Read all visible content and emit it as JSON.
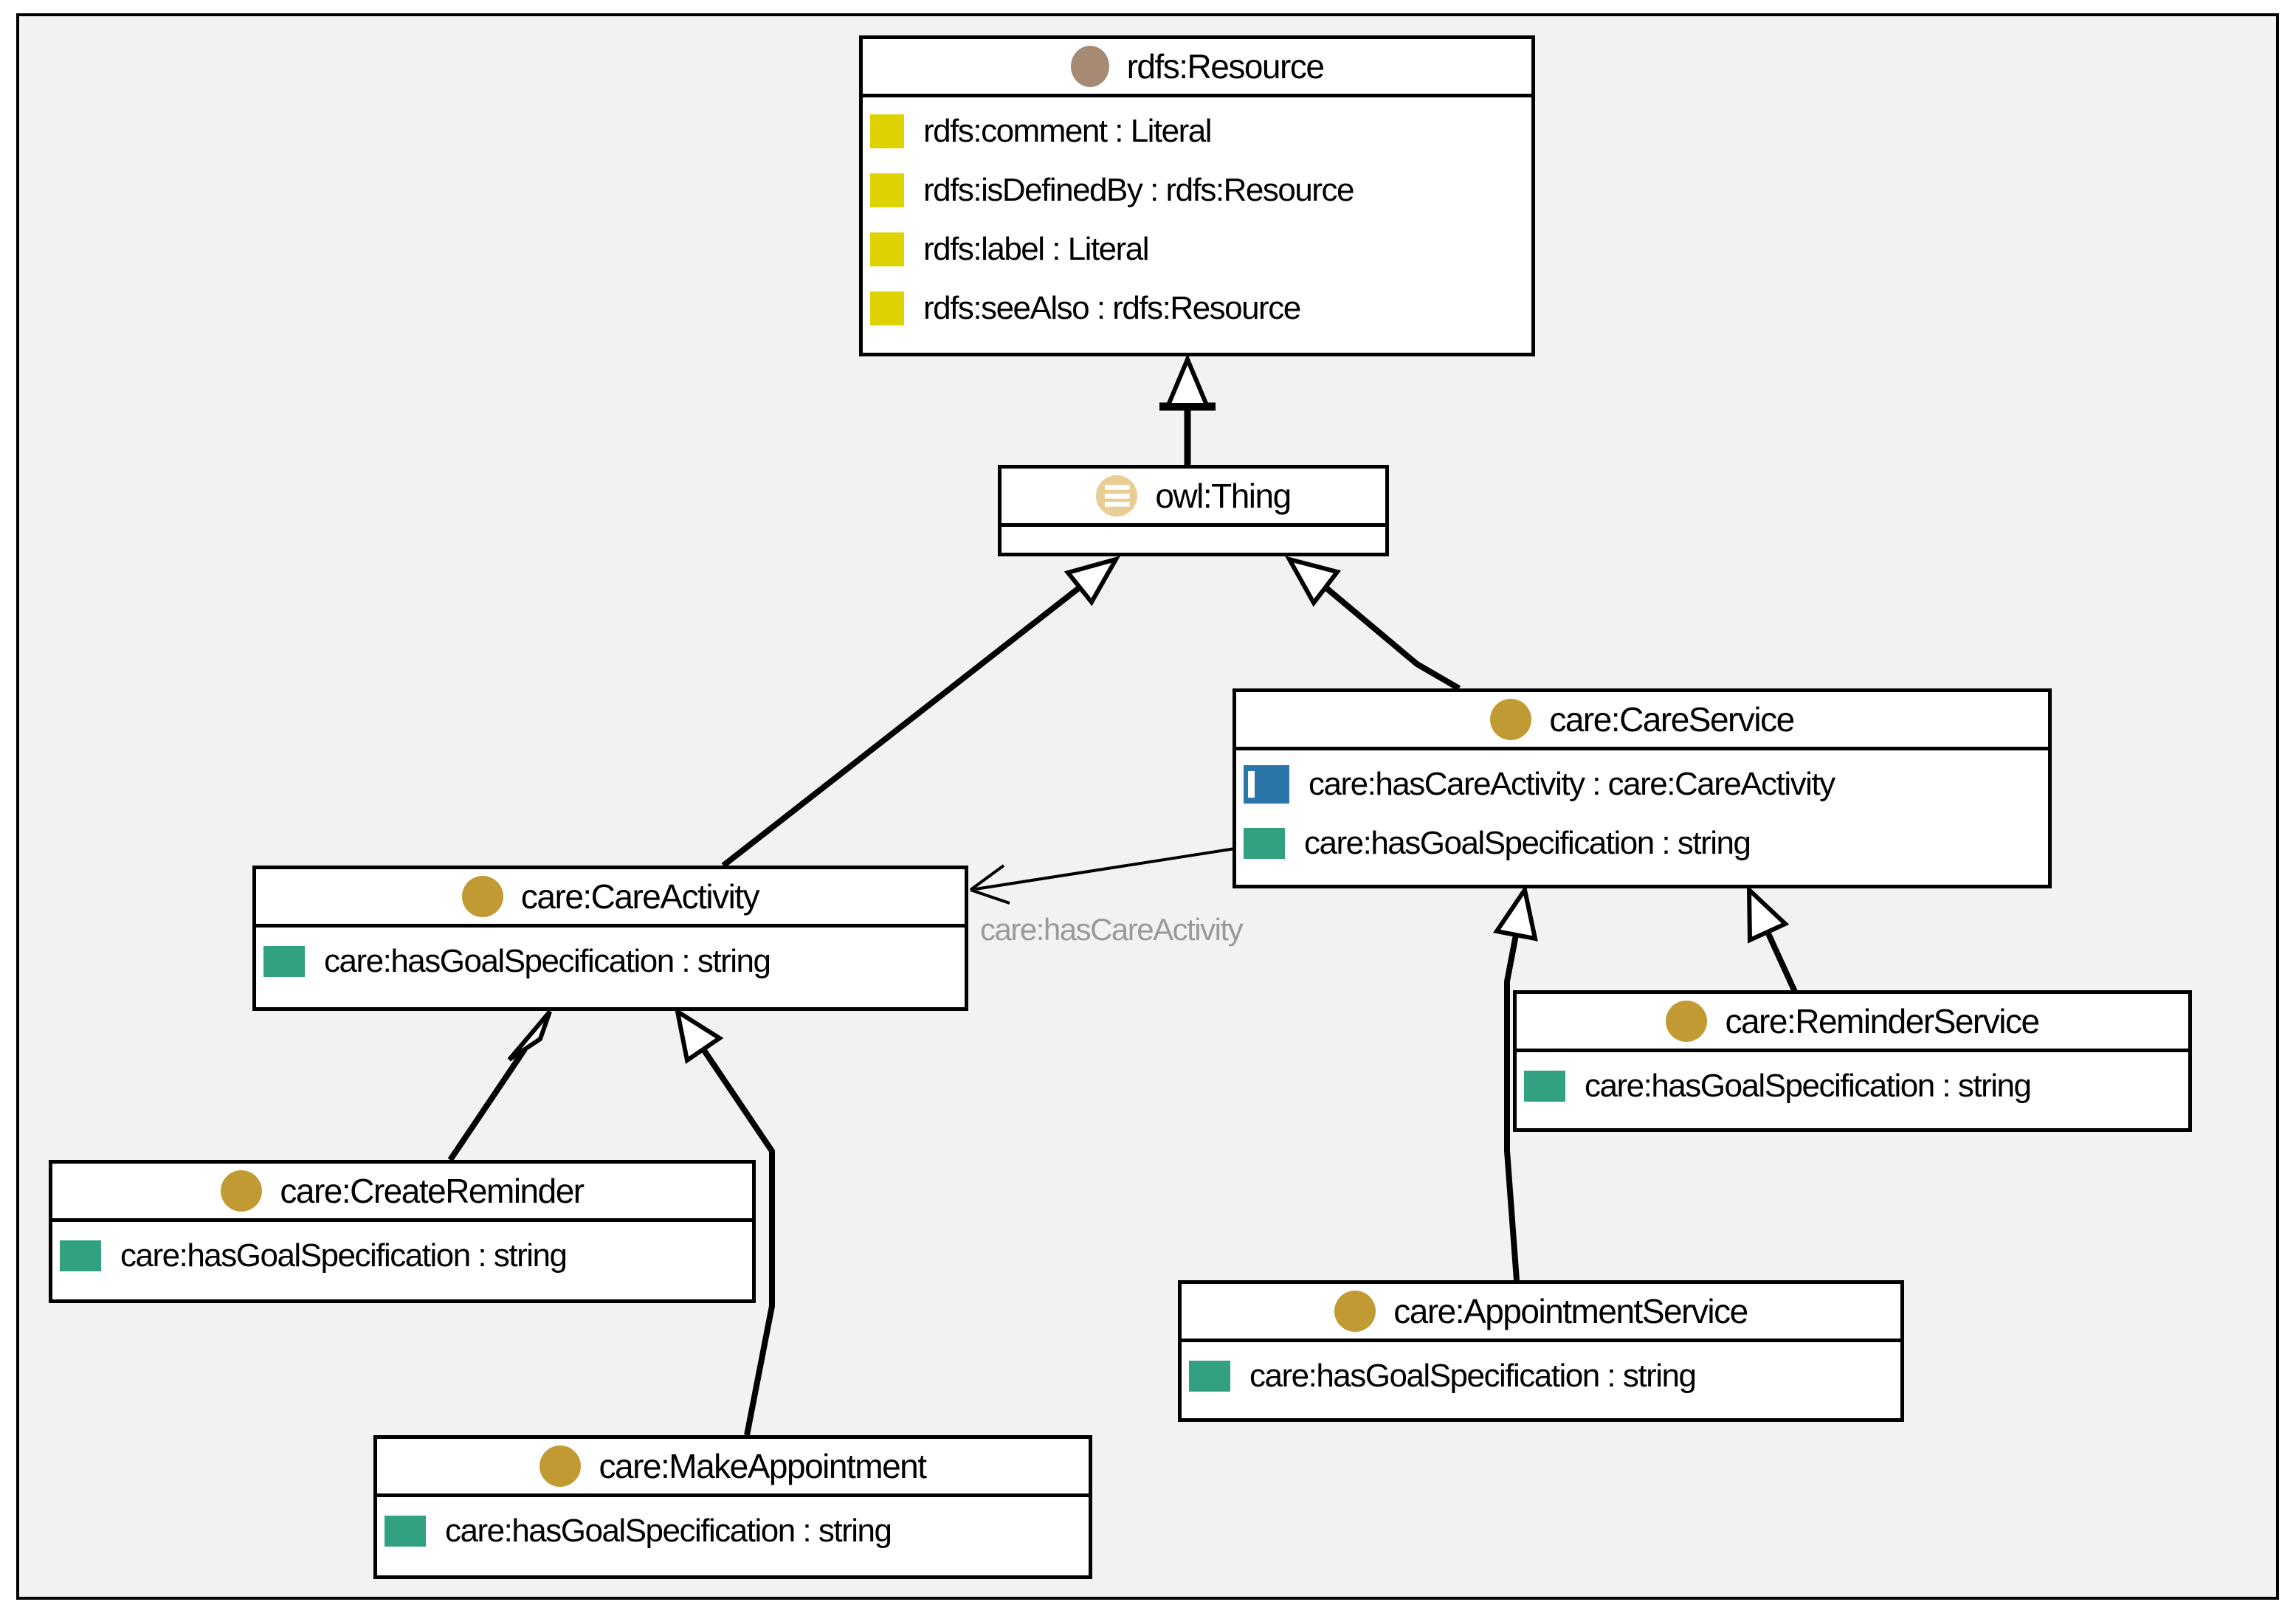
{
  "diagram": {
    "kind": "owl-ontology-class-diagram",
    "background_color": "#f2f2f2",
    "frame_border_color": "#000000"
  },
  "colors": {
    "class_icon_gold": "#c29a33",
    "class_icon_brown": "#a68a74",
    "class_icon_tan_striped": "#e8ce92",
    "annotation_property_yellow": "#dfd201",
    "datatype_property_green": "#32a181",
    "object_property_blue": "#2b76a9",
    "association_label_gray": "#9a9a9a",
    "box_fill": "#ffffff",
    "line_color": "#000000"
  },
  "classes": [
    {
      "id": "rdfs-resource",
      "title": "rdfs:Resource",
      "icon": "class-circle-brown",
      "attributes": [
        {
          "icon": "annotation-property-square-yellow",
          "text": "rdfs:comment : Literal"
        },
        {
          "icon": "annotation-property-square-yellow",
          "text": "rdfs:isDefinedBy : rdfs:Resource"
        },
        {
          "icon": "annotation-property-square-yellow",
          "text": "rdfs:label : Literal"
        },
        {
          "icon": "annotation-property-square-yellow",
          "text": "rdfs:seeAlso : rdfs:Resource"
        }
      ]
    },
    {
      "id": "owl-thing",
      "title": "owl:Thing",
      "icon": "class-circle-tan-striped",
      "attributes": []
    },
    {
      "id": "care-service",
      "title": "care:CareService",
      "icon": "class-circle-gold",
      "attributes": [
        {
          "icon": "object-property-square-blue",
          "text": "care:hasCareActivity : care:CareActivity"
        },
        {
          "icon": "datatype-property-square-green",
          "text": "care:hasGoalSpecification : string"
        }
      ]
    },
    {
      "id": "care-activity",
      "title": "care:CareActivity",
      "icon": "class-circle-gold",
      "attributes": [
        {
          "icon": "datatype-property-square-green",
          "text": "care:hasGoalSpecification : string"
        }
      ]
    },
    {
      "id": "create-reminder",
      "title": "care:CreateReminder",
      "icon": "class-circle-gold",
      "attributes": [
        {
          "icon": "datatype-property-square-green",
          "text": "care:hasGoalSpecification : string"
        }
      ]
    },
    {
      "id": "make-appointment",
      "title": "care:MakeAppointment",
      "icon": "class-circle-gold",
      "attributes": [
        {
          "icon": "datatype-property-square-green",
          "text": "care:hasGoalSpecification : string"
        }
      ]
    },
    {
      "id": "reminder-service",
      "title": "care:ReminderService",
      "icon": "class-circle-gold",
      "attributes": [
        {
          "icon": "datatype-property-square-green",
          "text": "care:hasGoalSpecification : string"
        }
      ]
    },
    {
      "id": "appointment-service",
      "title": "care:AppointmentService",
      "icon": "class-circle-gold",
      "attributes": [
        {
          "icon": "datatype-property-square-green",
          "text": "care:hasGoalSpecification : string"
        }
      ]
    }
  ],
  "edges": {
    "association": {
      "label": "care:hasCareActivity",
      "from": "care:CareService",
      "to": "care:CareActivity",
      "style": "thin-open-arrow"
    },
    "generalizations": [
      {
        "from": "owl:Thing",
        "to": "rdfs:Resource"
      },
      {
        "from": "care:CareActivity",
        "to": "owl:Thing"
      },
      {
        "from": "care:CareService",
        "to": "owl:Thing"
      },
      {
        "from": "care:CreateReminder",
        "to": "care:CareActivity"
      },
      {
        "from": "care:MakeAppointment",
        "to": "care:CareActivity"
      },
      {
        "from": "care:AppointmentService",
        "to": "care:CareService"
      },
      {
        "from": "care:ReminderService",
        "to": "care:CareService"
      }
    ]
  }
}
